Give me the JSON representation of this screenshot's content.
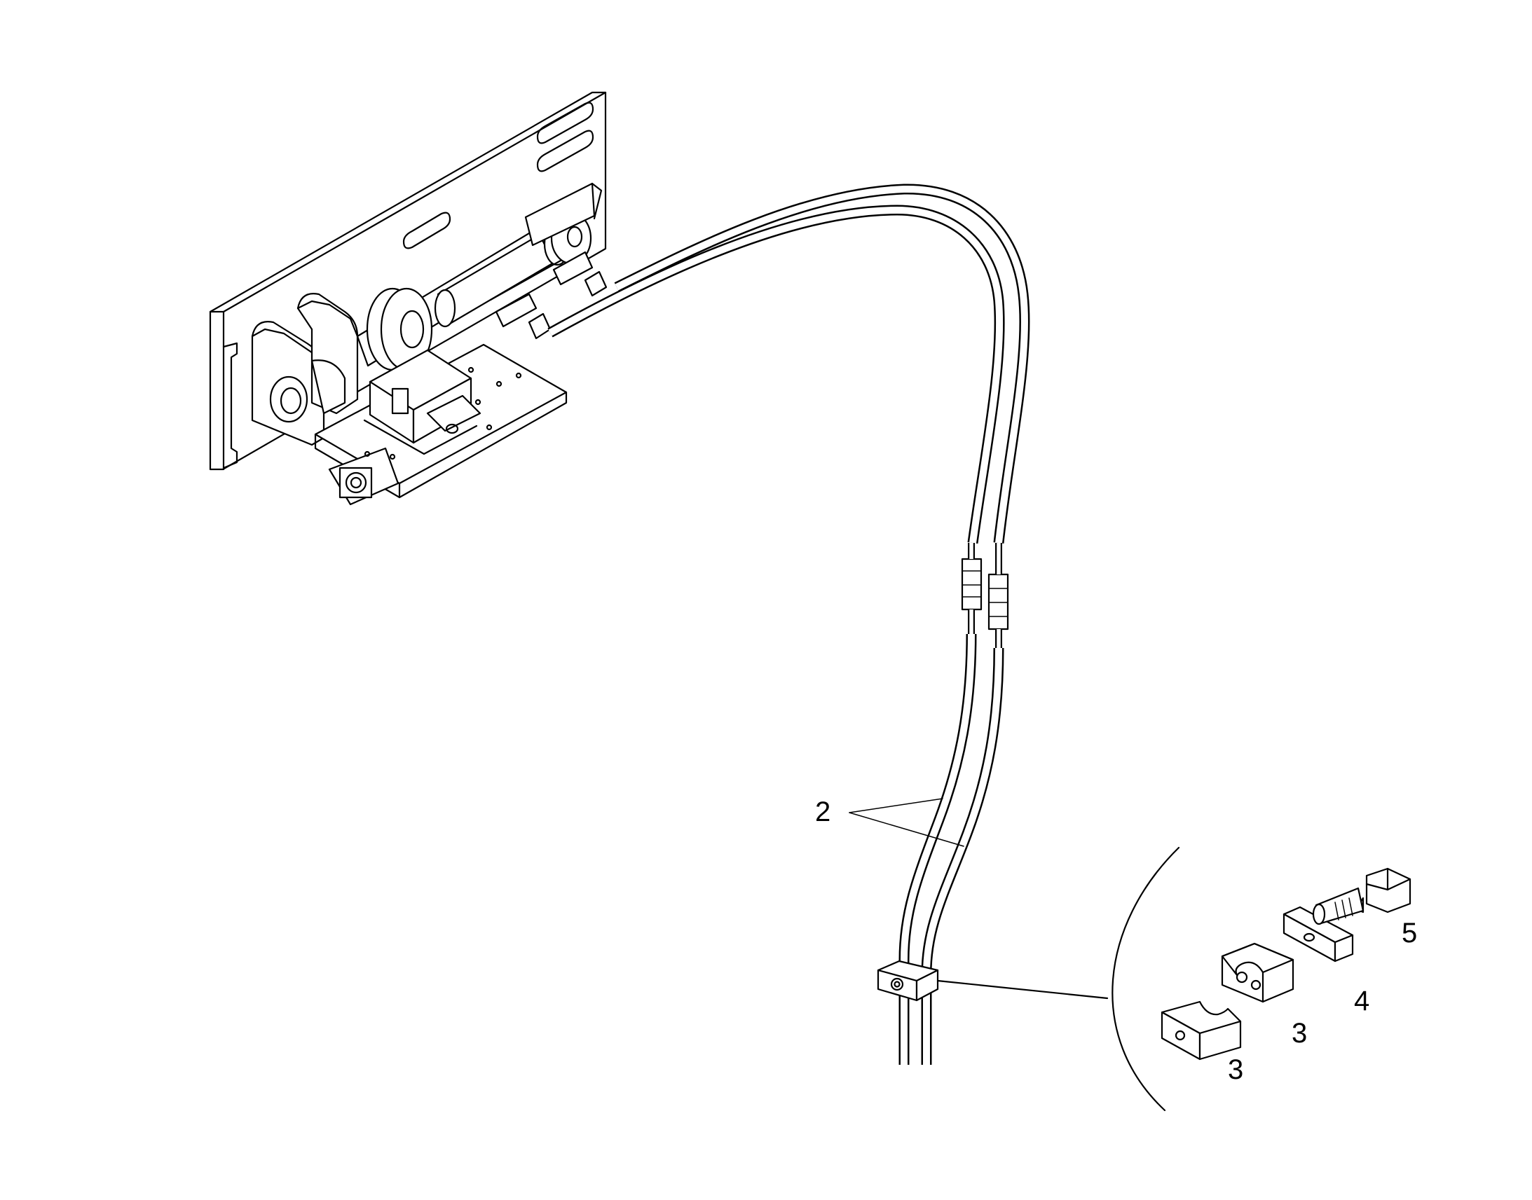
{
  "callouts": {
    "hose": "2",
    "clamp_half_upper": "3",
    "clamp_half_lower": "3",
    "cover_plate": "4",
    "bolt": "5"
  }
}
